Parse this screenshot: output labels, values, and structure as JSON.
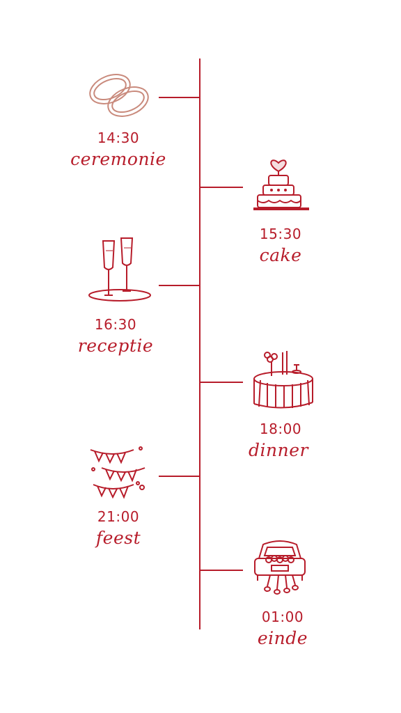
{
  "accent_color": "#b71c2a",
  "events": [
    {
      "time": "14:30",
      "label": "ceremonie",
      "icon": "wedding-rings-icon"
    },
    {
      "time": "15:30",
      "label": "cake",
      "icon": "wedding-cake-icon"
    },
    {
      "time": "16:30",
      "label": "receptie",
      "icon": "champagne-glasses-icon"
    },
    {
      "time": "18:00",
      "label": "dinner",
      "icon": "dinner-table-icon"
    },
    {
      "time": "21:00",
      "label": "feest",
      "icon": "party-bunting-icon"
    },
    {
      "time": "01:00",
      "label": "einde",
      "icon": "wedding-car-icon"
    }
  ]
}
